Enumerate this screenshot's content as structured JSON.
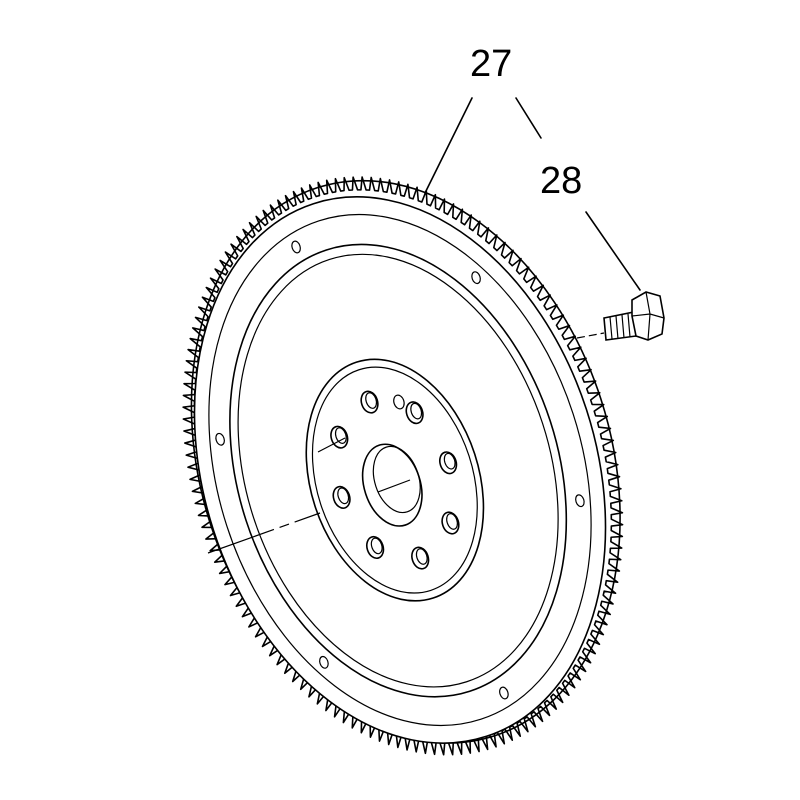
{
  "diagram": {
    "callouts": [
      {
        "id": "flywheel",
        "label": "27"
      },
      {
        "id": "bolt",
        "label": "28"
      }
    ],
    "colors": {
      "line": "#000000",
      "background": "#ffffff"
    }
  }
}
